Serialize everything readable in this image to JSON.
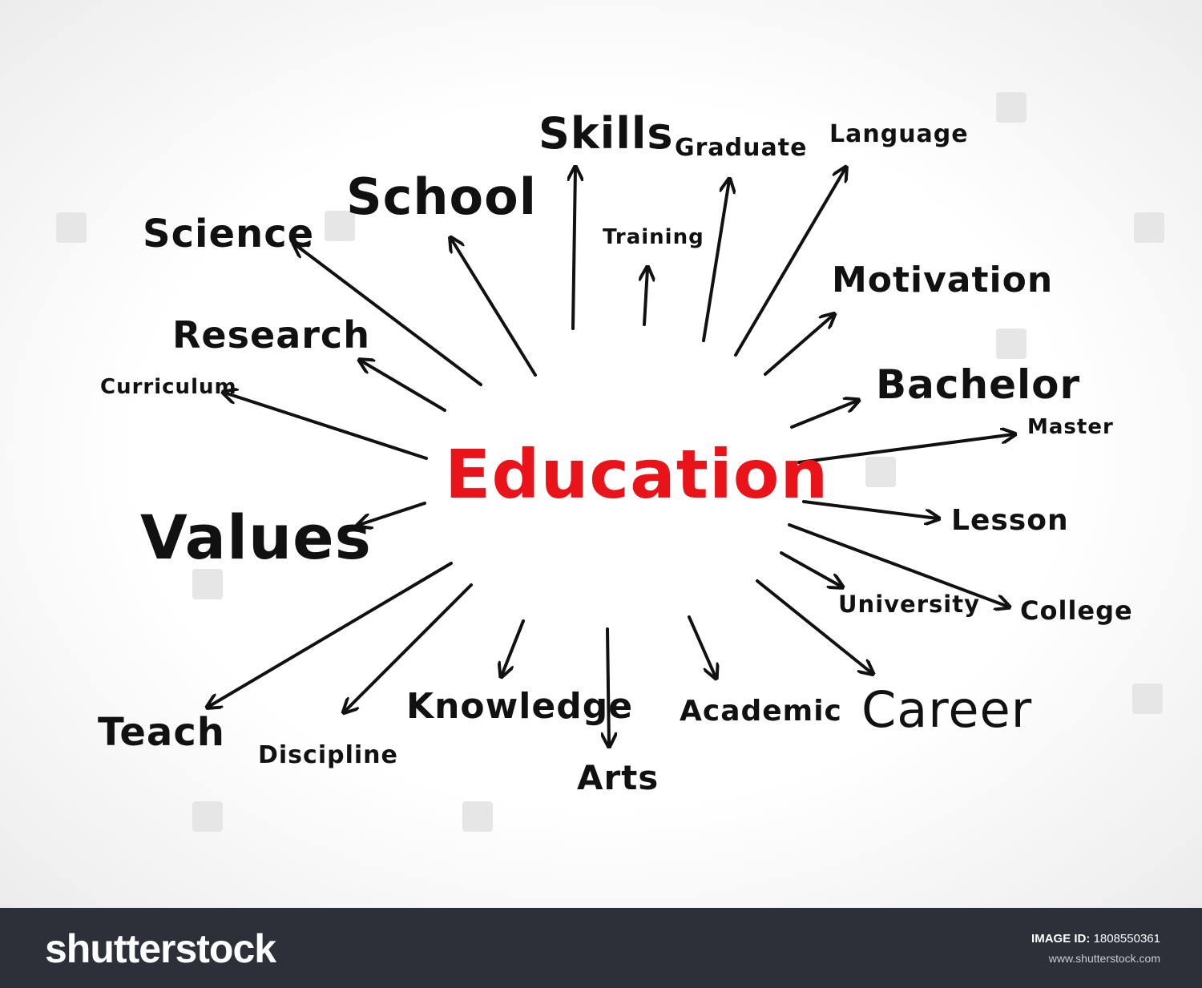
{
  "center": "Education",
  "words": {
    "skills": "Skills",
    "graduate": "Graduate",
    "language": "Language",
    "school": "School",
    "science": "Science",
    "training": "Training",
    "motivation": "Motivation",
    "research": "Research",
    "bachelor": "Bachelor",
    "curriculum": "Curriculum",
    "master": "Master",
    "values": "Values",
    "lesson": "Lesson",
    "university": "University",
    "college": "College",
    "teach": "Teach",
    "discipline": "Discipline",
    "knowledge": "Knowledge",
    "arts": "Arts",
    "academic": "Academic",
    "career": "Career"
  },
  "footer": {
    "brand": "shutterstock",
    "image_id_label": "IMAGE ID:",
    "image_id": "1808550361",
    "site": "www.shutterstock.com"
  },
  "colors": {
    "center": "#e8141a",
    "footer_bg": "#2b3039"
  }
}
